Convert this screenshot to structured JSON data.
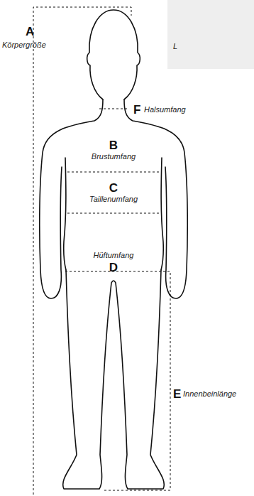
{
  "diagram": {
    "labels": [
      "A",
      "Körpergröße",
      "F",
      "Halsumfang",
      "B",
      "Brustumfang",
      "C",
      "Taillenumfang",
      "Hüftumfang",
      "D",
      "E",
      "Innenbeinlänge",
      "L"
    ]
  }
}
